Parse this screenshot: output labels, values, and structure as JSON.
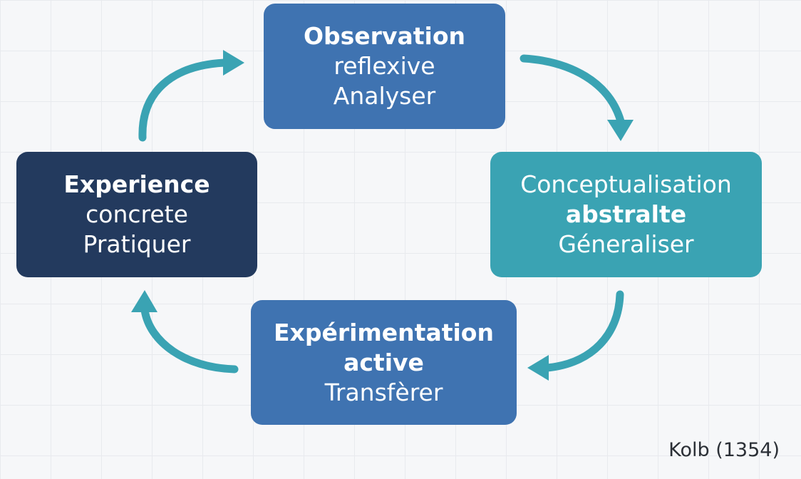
{
  "stages": {
    "observation": {
      "line1": "Observation",
      "line2": "reflexive",
      "line3": "Analyser",
      "color": "#3f73b1"
    },
    "conceptualisation": {
      "line1": "Conceptualisation",
      "line2": "abstralte",
      "line3": "Géneraliser",
      "color": "#3aa3b3"
    },
    "experimentation": {
      "line1": "Expérimentation",
      "line2": "active",
      "line3": "Transfèrer",
      "color": "#3f73b1"
    },
    "experience": {
      "line1": "Experience",
      "line2": "concrete",
      "line3": "Pratiquer",
      "color": "#233a5e"
    }
  },
  "arrow_color": "#3aa3b3",
  "caption": "Kolb (1354)"
}
